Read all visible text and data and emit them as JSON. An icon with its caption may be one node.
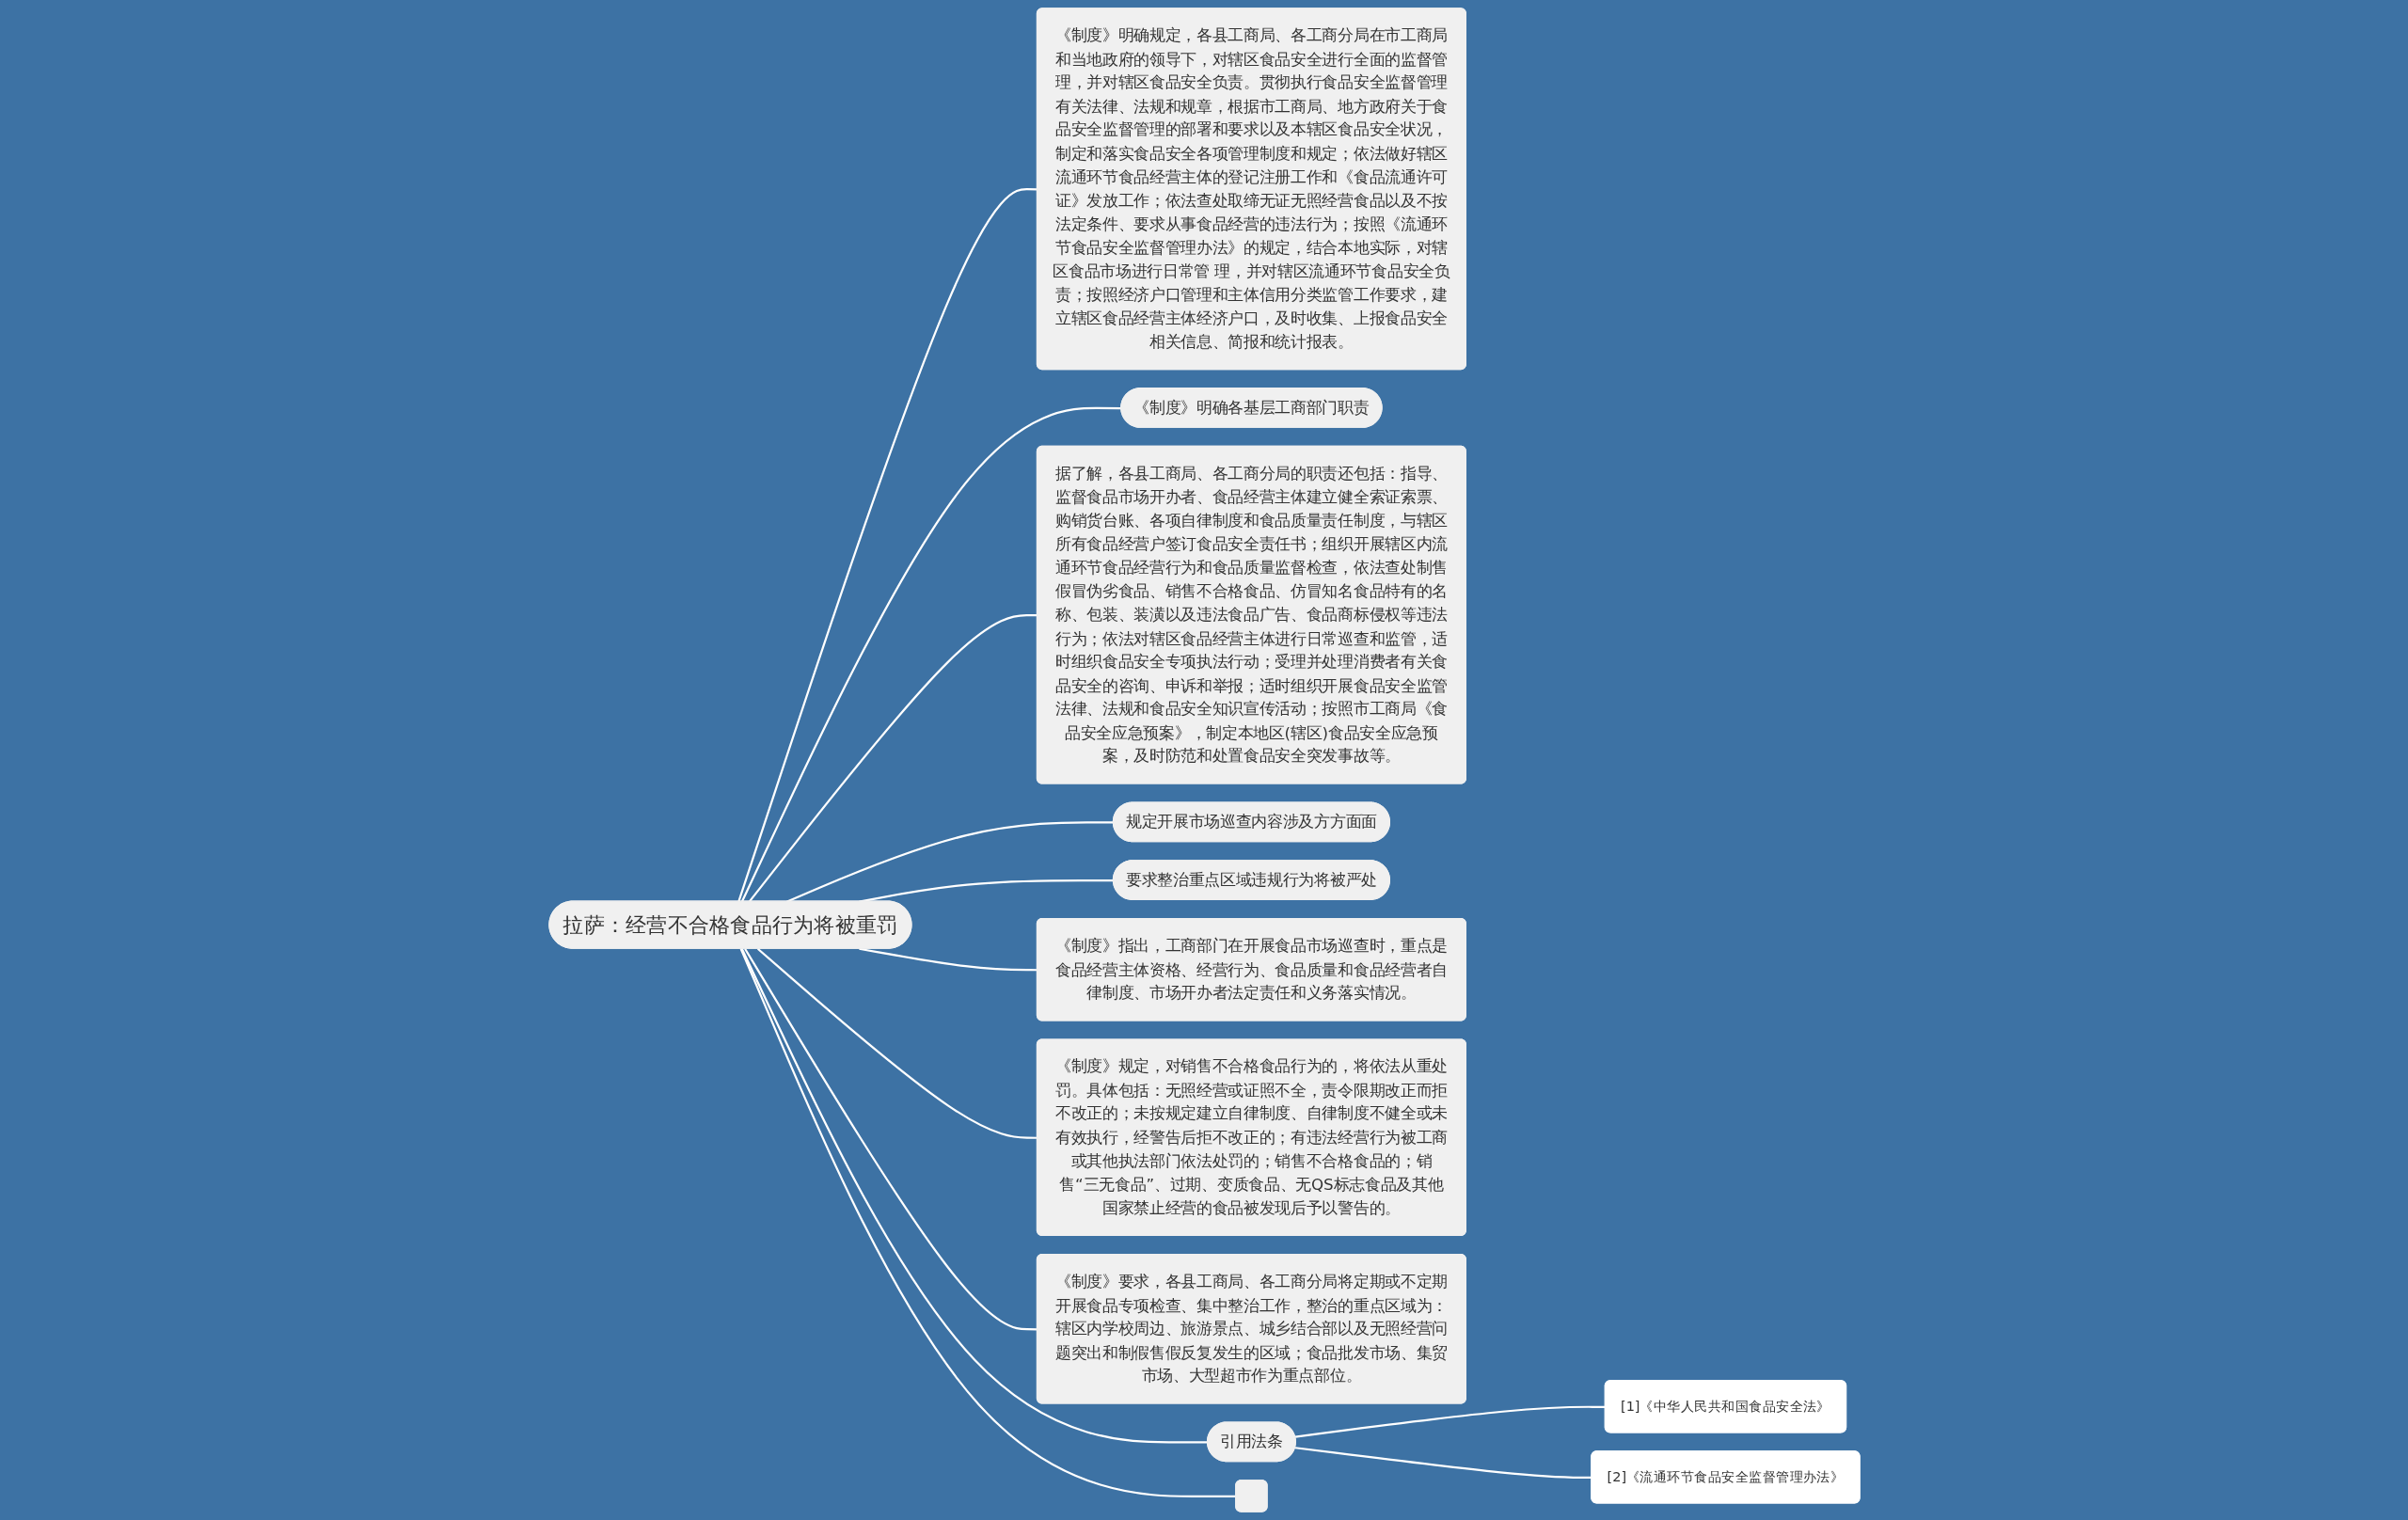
{
  "diagram": {
    "nodes": [
      {
        "text": [
          "拉萨：经营不合格食品行为将被重罚"
        ]
      },
      {
        "text": [
          "《制度》明确规定，各县工商局、各工商分局在市工商局和当地政府的领导下，对辖区食品安全进行全面的监督管理，并对辖区食品安全负责。贯彻执行食品安全监督管理有关法律、法规和规章，根据市工商局、地方政府关于食品安全监督管理的部署和要求以及本辖区食品安全状况，制定和落实食品安全各项管理制度和规定；依法做好辖区流通环节食品经营主体的登记注册工作和《食品流通许可证》发放工作；依法查处取缔无证无照经营食品以及不按法定条件、要求从事食品经营的违法行为；按照《流通环节食品安全监督管理办法》的规定，结合本地实际，对辖区食品市场进行日常管 理，并对辖区流通环节食品安全负责；按照经济户口管理和主体信用分类监管工作要求，建立辖区食品经营主体经济户口，及时收集、上报食品安全相关信息、简报和统计报表。"
        ]
      },
      {
        "text": [
          "《制度》明确各基层工商部门职责"
        ]
      },
      {
        "text": [
          "据了解，各县工商局、各工商分局的职责还包括：指导、监督食品市场开办者、食品经营主体建立健全索证索票、购销货台账、各项自律制度和食品质量责任制度，与辖区所有食品经营户签订食品安全责任书；组织开展辖区内流通环节食品经营行为和食品质量监督检查，依法查处制售假冒伪劣食品、销售不合格食品、仿冒知名食品特有的名称、包装、装潢以及违法食品广告、食品商标侵权等违法行为；依法对辖区食品经营主体进行日常巡查和监管，适时组织食品安全专项执法行动；受理并处理消费者有关食品安全的咨询、申诉和举报；适时组织开展食品安全监管法律、法规和食品安全知识宣传活动；按照市工商局《食品安全应急预案》，制定本地区(辖区)食品安全应急预案，及时防范和处置食品安全突发事故等。"
        ]
      },
      {
        "text": [
          "规定开展市场巡查内容涉及方方面面"
        ]
      },
      {
        "text": [
          "要求整治重点区域违规行为将被严处"
        ]
      },
      {
        "text": [
          "《制度》指出，工商部门在开展食品市场巡查时，重点是食品经营主体资格、经营行为、食品质量和食品经营者自律制度、市场开办者法定责任和义务落实情况。"
        ]
      },
      {
        "text": [
          "《制度》规定，对销售不合格食品行为的，将依法从重处罚。具体包括：无照经营或证照不全，责令限期改正而拒不改正的；未按规定建立自律制度、自律制度不健全或未有效执行，经警告后拒不改正的；有违法经营行为被工商或其他执法部门依法处罚的；销售不合格食品的；销售“三无食品”、过期、变质食品、无QS标志食品及其他国家禁止经营的食品被发现后予以警告的。"
        ]
      },
      {
        "text": [
          "《制度》要求，各县工商局、各工商分局将定期或不定期开展食品专项检查、集中整治工作，整治的重点区域为：辖区内学校周边、旅游景点、城乡结合部以及无照经营问题突出和制假售假反复发生的区域；食品批发市场、集贸市场、大型超市作为重点部位。"
        ]
      },
      {
        "text": [
          "引用法条"
        ]
      },
      {
        "text": [
          "[1]《中华人民共和国食品安全法》"
        ]
      },
      {
        "text": [
          "[2]《流通环节食品安全监督管理办法》"
        ]
      },
      {
        "text": [],
        "shape": "box"
      }
    ],
    "edges": [
      {
        "from": 0,
        "to": 1,
        "arrow": "none"
      },
      {
        "from": 0,
        "to": 2,
        "arrow": "none"
      },
      {
        "from": 0,
        "to": 3,
        "arrow": "none"
      },
      {
        "from": 0,
        "to": 4,
        "arrow": "none"
      },
      {
        "from": 0,
        "to": 5,
        "arrow": "none"
      },
      {
        "from": 0,
        "to": 6,
        "arrow": "none"
      },
      {
        "from": 0,
        "to": 7,
        "arrow": "none"
      },
      {
        "from": 0,
        "to": 8,
        "arrow": "none"
      },
      {
        "from": 0,
        "to": 9,
        "arrow": "none"
      },
      {
        "from": 9,
        "to": 10,
        "arrow": "none"
      },
      {
        "from": 9,
        "to": 11,
        "arrow": "none"
      },
      {
        "from": 0,
        "to": 12,
        "arrow": "none"
      }
    ]
  }
}
